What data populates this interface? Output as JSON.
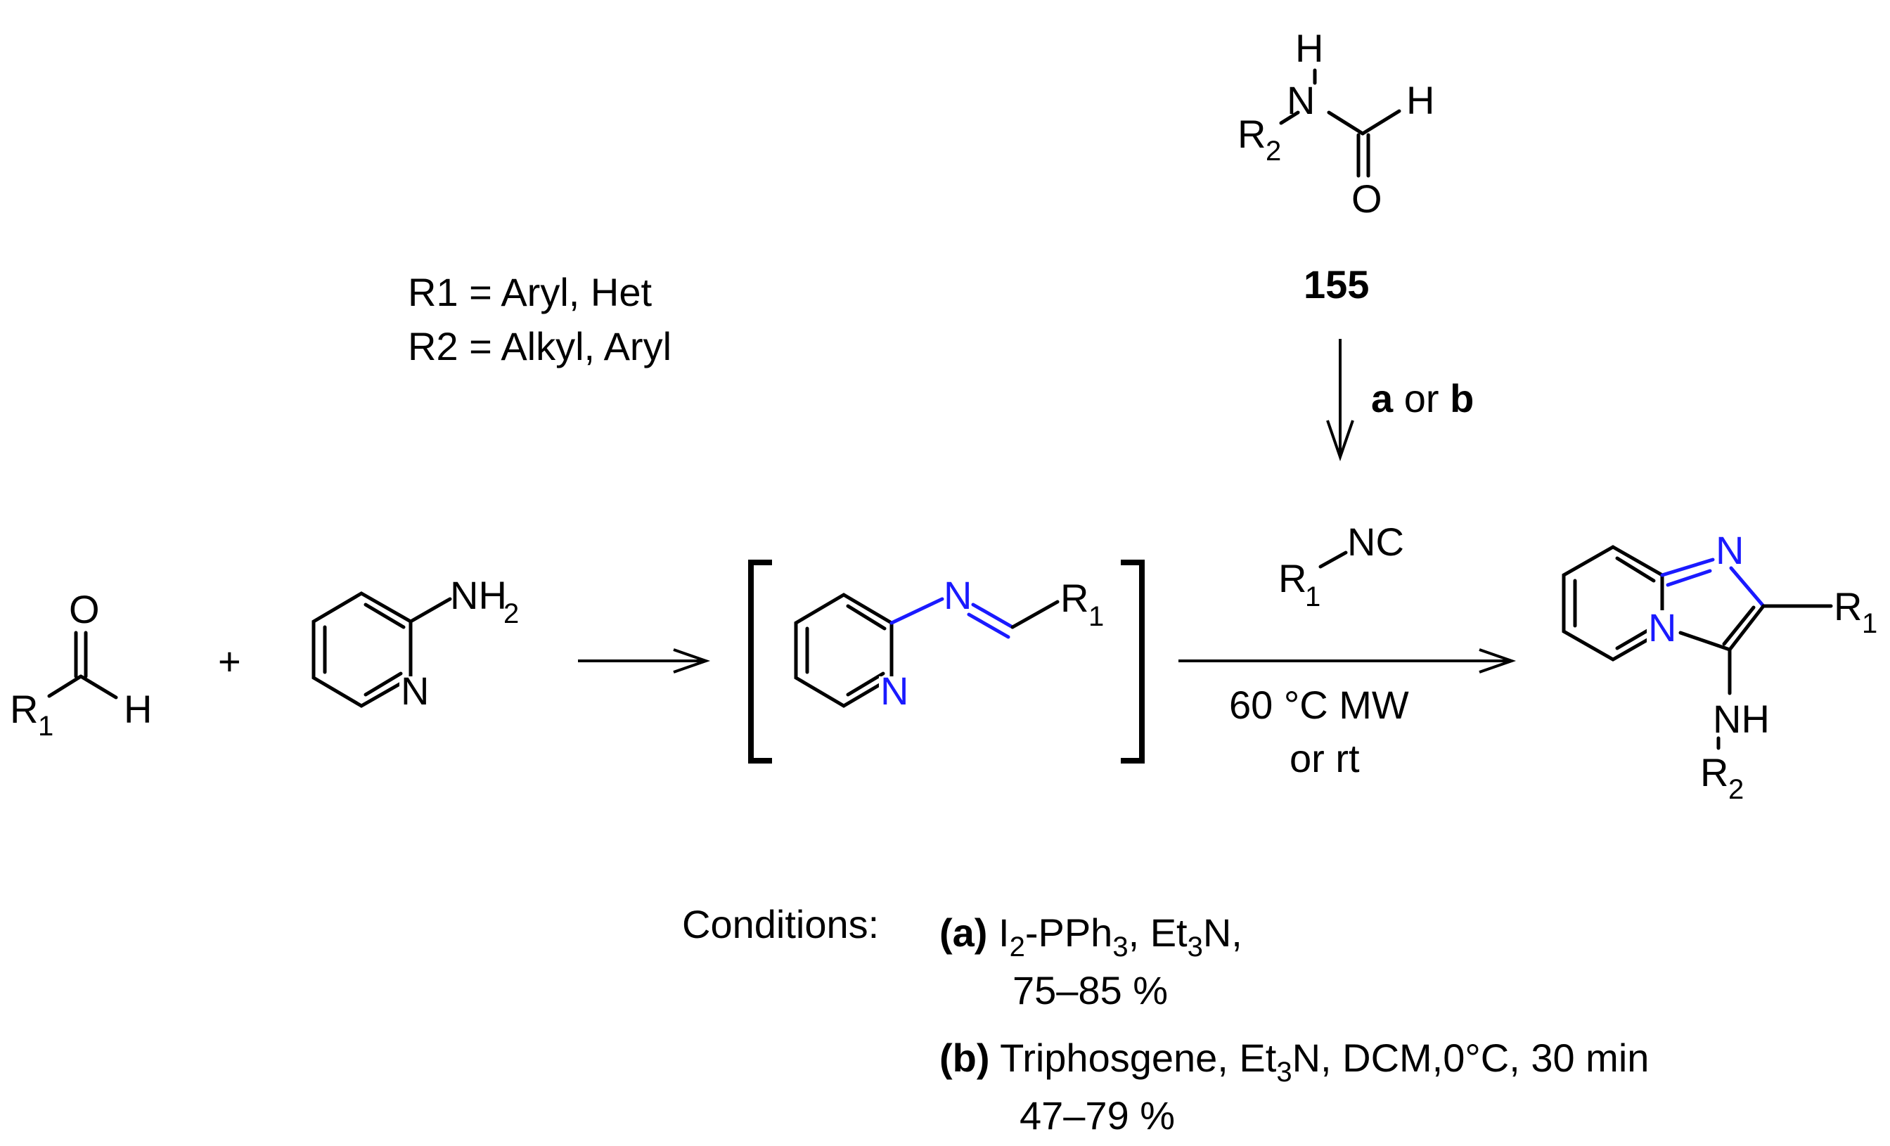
{
  "substituents": {
    "r1_def": "R1 = Aryl, Het",
    "r2_def": "R2 = Alkyl, Aryl"
  },
  "formamide": {
    "atom_H_top": "H",
    "atom_N": "N",
    "atom_H_right": "H",
    "atom_O": "O",
    "r": "R",
    "r_sub": "2",
    "compound_number": "155"
  },
  "step_arrow": {
    "a": "a",
    "or": " or ",
    "b": "b"
  },
  "aldehyde": {
    "atom_O": "O",
    "r": "R",
    "r_sub": "1",
    "atom_H": "H"
  },
  "plus": "+",
  "aminopyridine": {
    "nh": "NH",
    "nh_sub": "2",
    "ring_N": "N"
  },
  "imine": {
    "atom_N": "N",
    "ring_N": "N",
    "r": "R",
    "r_sub": "1"
  },
  "isocyanide": {
    "r": "R",
    "r_sub": "1",
    "nc": "NC"
  },
  "reaction_conditions": {
    "line1": "60 °C MW",
    "line2": "or rt"
  },
  "product": {
    "atom_N_top": "N",
    "atom_N_bridge": "N",
    "r1": "R",
    "r1_sub": "1",
    "nh": "NH",
    "r2": "R",
    "r2_sub": "2"
  },
  "conditions": {
    "label": "Conditions:",
    "a_tag": "(a)",
    "a_i": " I",
    "a_i_sub": "2",
    "a_pph": "-PPh",
    "a_pph_sub": "3",
    "a_et": ", Et",
    "a_et_sub": "3",
    "a_end": "N,",
    "a_yield": "75–85 %",
    "b_tag": "(b)",
    "b_text": " Triphosgene, Et",
    "b_sub": "3",
    "b_end": "N, DCM,0°C, 30 min",
    "b_yield": "47–79 %"
  },
  "colors": {
    "highlight": "#1a1aff",
    "ink": "#000000"
  }
}
